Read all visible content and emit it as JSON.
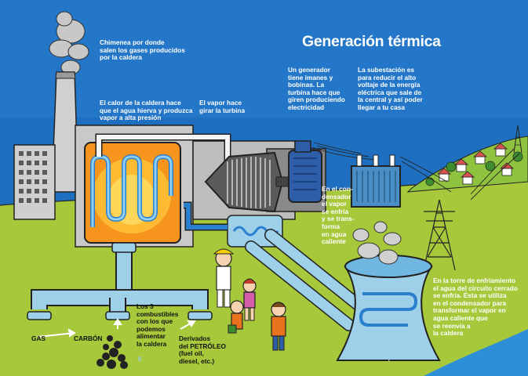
{
  "title": "Generación térmica",
  "labels": {
    "chimney": "Chimenea por donde\nsalen los gases producidos\npor la caldera",
    "boiler": "El calor de la caldera hace\nque el agua hierva y produzca\nvapor a alta presión",
    "turbine": "El vapor hace\ngirar la turbina",
    "generator": "Un generador\ntiene imanes y\nbobinas. La\nturbina hace que\ngiren produciendo\nelectricidad",
    "substation": "La subestación es\npara reducir el alto\nvoltaje de la energía\neléctrica que sale de\nla central y así poder\nllegar a tu casa",
    "condenser": "En el con-\ndensador\nel vapor\nse enfría\ny se trans-\nforma\nen agua\ncaliente",
    "cooling_tower": "En la torre de enfriamiento\nel agua del circuito cerrado\nse enfría. Ésta se utiliza\nen el condensador para\ntransformar el vapor en\nagua caliente que\nse reenvía a\nla caldera",
    "fuels": "Los 3\ncombustibles\ncon los que\npodemos\nalimentar\nla caldera",
    "gas": "GAS",
    "coal": "CARBÓN",
    "oil": "Derivados\ndel PETRÓLEO\n(fuel oil,\ndiesel, etc.)"
  },
  "page_numbers": {
    "left": "6",
    "right": "7"
  },
  "colors": {
    "sky": "#1f6fc0",
    "grass": "#a7c83b",
    "pipe": "#9fd0ea",
    "boiler_fire": "#f7941d",
    "building": "#c9c9c9"
  }
}
